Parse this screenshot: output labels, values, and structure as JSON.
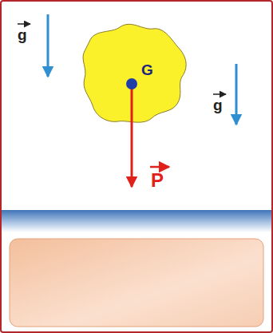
{
  "diagram": {
    "labels": [
      "g",
      "G",
      "g",
      "P"
    ]
  }
}
